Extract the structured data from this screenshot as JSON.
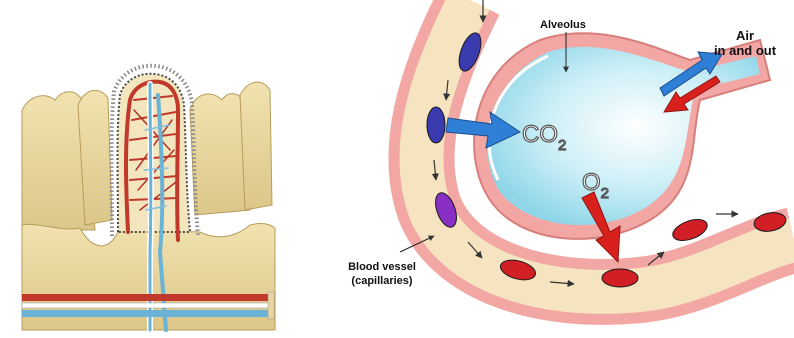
{
  "alveolus_label": "Alveolus",
  "air_label_line1": "Air",
  "air_label_line2": "in and out",
  "co2_label_main": "CO",
  "co2_label_sub": "2",
  "o2_label_main": "O",
  "o2_label_sub": "2",
  "vessel_label_line1": "Blood vessel",
  "vessel_label_line2": "(capillaries)",
  "colors": {
    "villus_tissue": "#ecd9a0",
    "capillary_red": "#c0392b",
    "capillary_blue": "#6bb3d6",
    "alveolus_fill": "#bfe9f3",
    "vessel_wall": "#f2a7a4",
    "vessel_plasma": "#f6e4c0",
    "deoxygenated_cell": "#3b3bb0",
    "oxygenated_cell": "#d21f25",
    "co2_arrow": "#2f7fd6",
    "o2_arrow": "#d8211d"
  }
}
